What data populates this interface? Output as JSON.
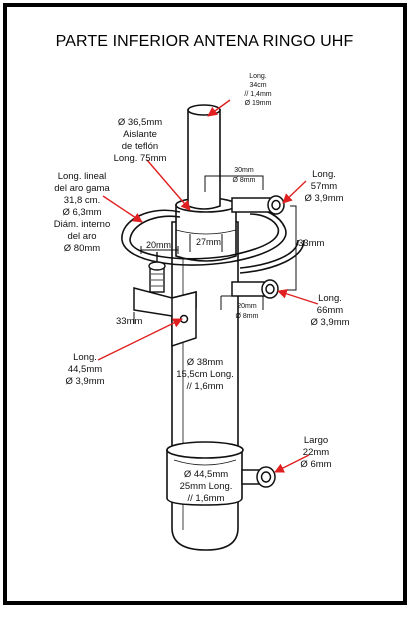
{
  "title": "PARTE INFERIOR ANTENA RINGO UHF",
  "colors": {
    "arrow": "#e02020",
    "line": "#111111",
    "frame": "#000000"
  },
  "labels": {
    "top_long": [
      "Long.",
      "34cm",
      "// 1,4mm",
      "Ø 19mm"
    ],
    "teflon": [
      "Ø 36,5mm",
      "Aislante",
      "de teflón",
      "Long. 75mm"
    ],
    "ring": [
      "Long. lineal",
      "del aro gama",
      "31,8 cm.",
      "Ø 6,3mm",
      "Diám. interno",
      "del aro",
      "Ø 80mm"
    ],
    "bolt_top_dims": [
      "30mm",
      "Ø 8mm"
    ],
    "bolt_top_long": [
      "Long.",
      "57mm",
      "Ø 3,9mm"
    ],
    "d20": "20mm",
    "d27": "27mm",
    "d33_right": "33mm",
    "d33_left": "33mm",
    "bolt_mid_dims": [
      "20mm",
      "Ø 8mm"
    ],
    "bolt_mid_long": [
      "Long.",
      "66mm",
      "Ø 3,9mm"
    ],
    "bracket_long": [
      "Long.",
      "44,5mm",
      "Ø 3,9mm"
    ],
    "main_tube": [
      "Ø 38mm",
      "15,5cm Long.",
      "// 1,6mm"
    ],
    "clamp_screw": [
      "Largo",
      "22mm",
      "Ø 6mm"
    ],
    "clamp": [
      "Ø 44,5mm",
      "25mm Long.",
      "// 1,6mm"
    ]
  }
}
